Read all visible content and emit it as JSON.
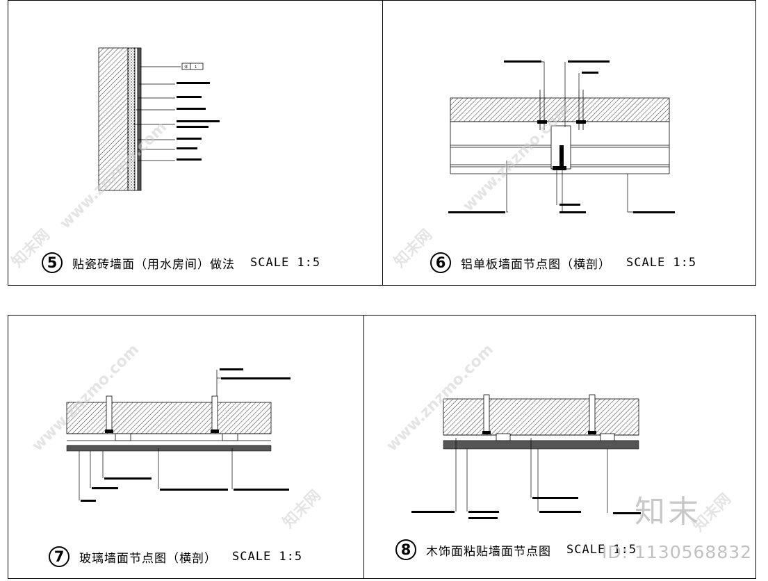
{
  "panels": [
    {
      "number": "5",
      "title": "贴瓷砖墙面（用水房间）做法",
      "scale": "SCALE 1:5"
    },
    {
      "number": "6",
      "title": "铝单板墙面节点图（横剖）",
      "scale": "SCALE 1:5"
    },
    {
      "number": "7",
      "title": "玻璃墙面节点图（横剖）",
      "scale": "SCALE 1:5"
    },
    {
      "number": "8",
      "title": "木饰面粘贴墙面节点图",
      "scale": "SCALE 1:5"
    }
  ],
  "detail_callout": {
    "label": "详",
    "number": "1"
  },
  "watermark": {
    "site": "www.znzmo.com",
    "brand": "知末网"
  },
  "logo": {
    "text": "知末",
    "id": "ID: 1130568832"
  },
  "colors": {
    "line": "#000000",
    "watermark": "#cfcfcf"
  }
}
